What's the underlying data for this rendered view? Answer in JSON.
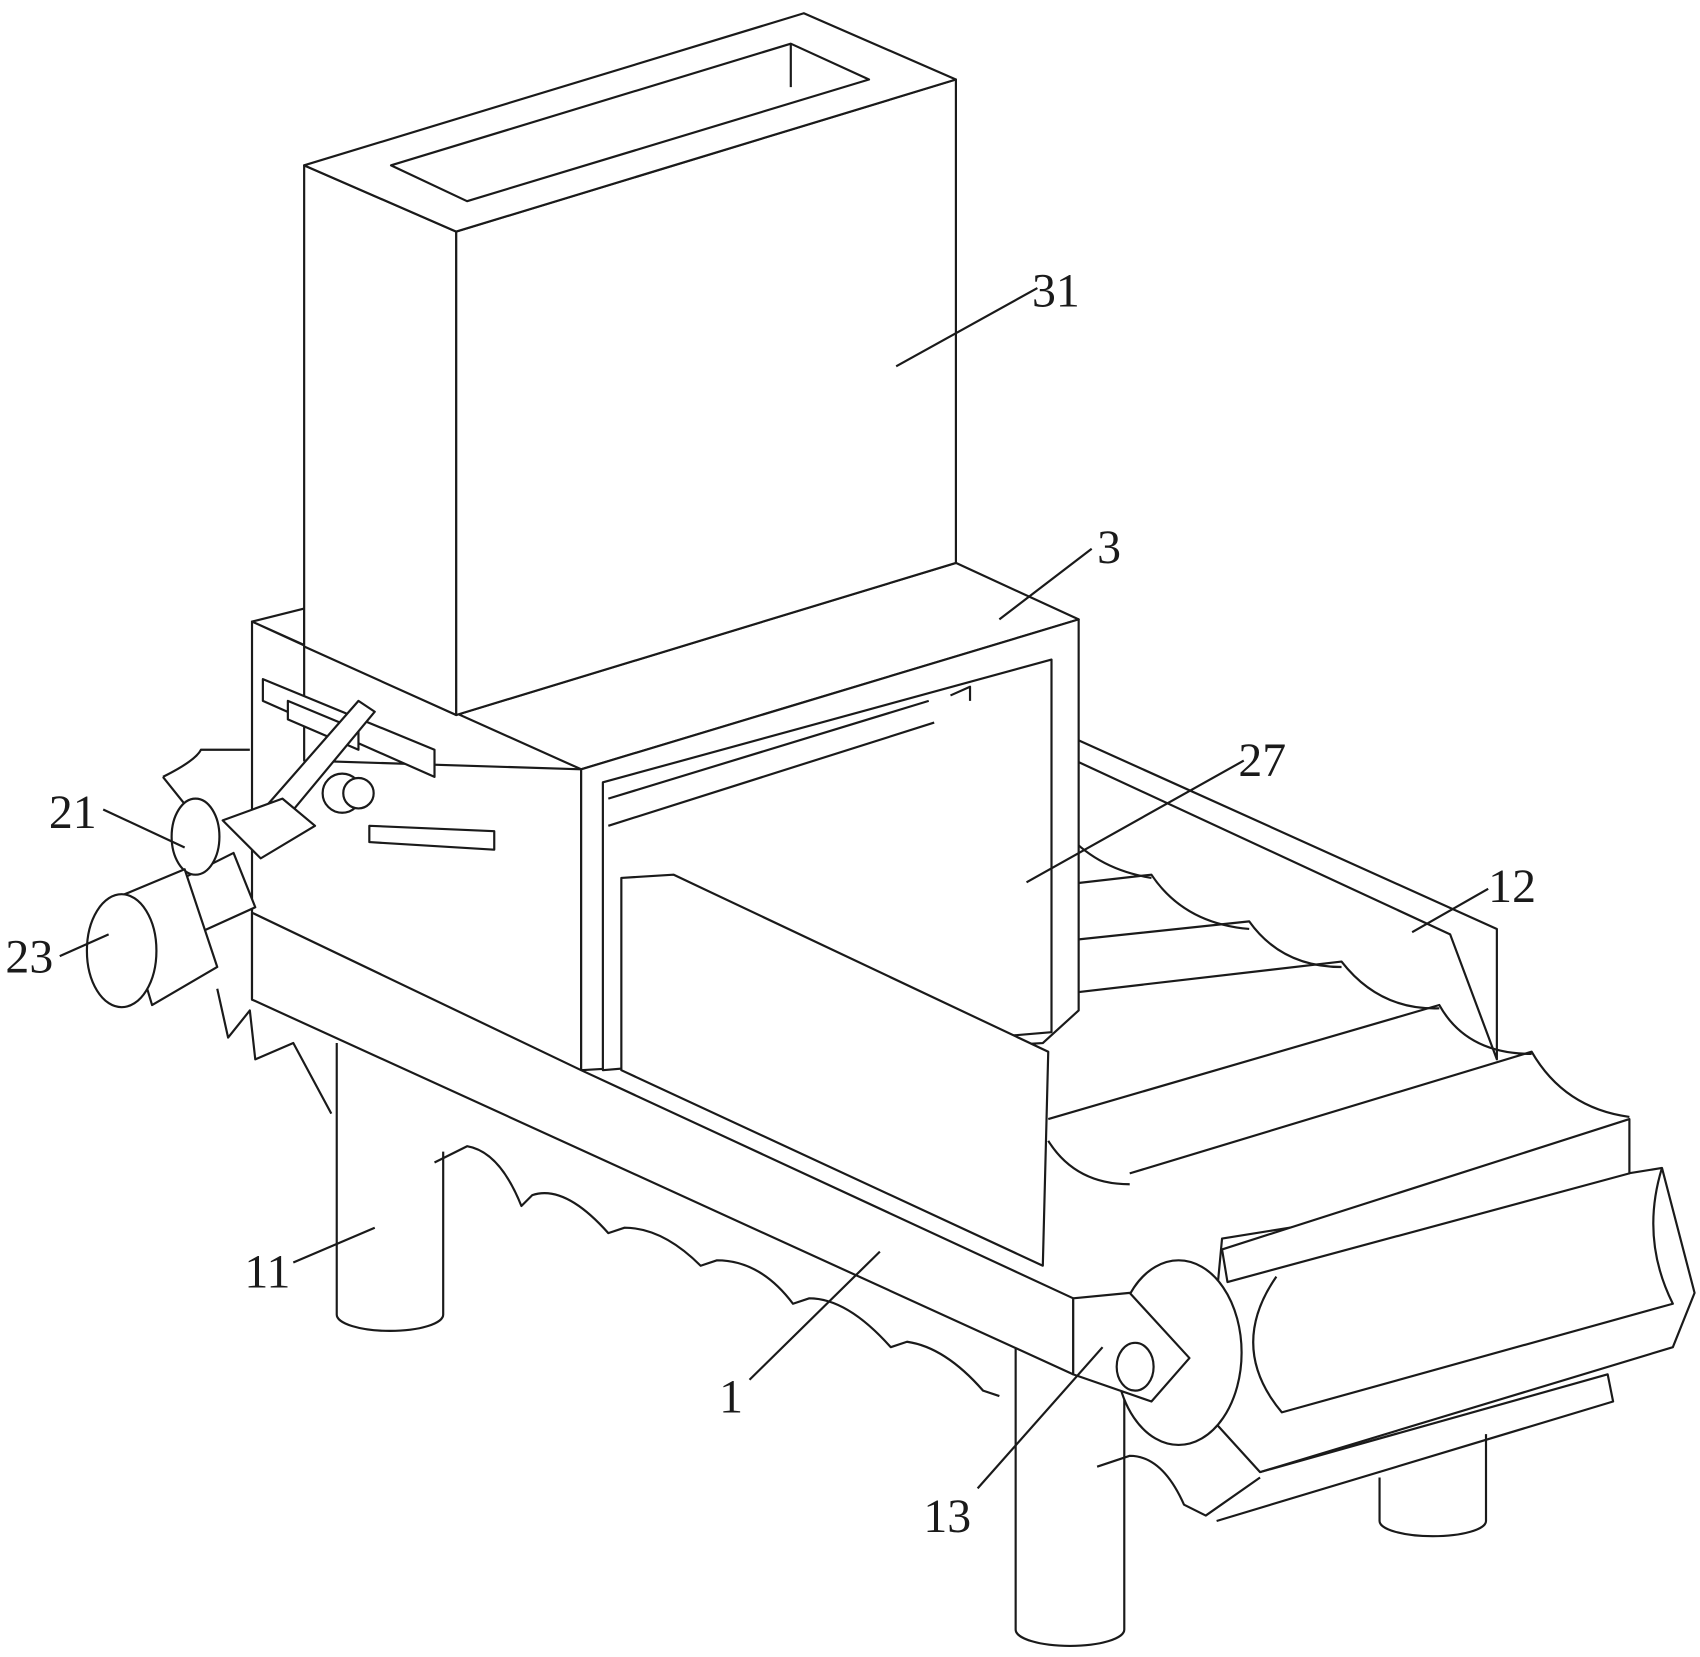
{
  "figure": {
    "labels": {
      "hopper": "31",
      "housing": "3",
      "screen_plates": "27",
      "conveyor_side": "12",
      "adjust_screw": "21",
      "motor": "23",
      "support_leg": "11",
      "frame": "1",
      "roller_bracket": "13"
    }
  }
}
